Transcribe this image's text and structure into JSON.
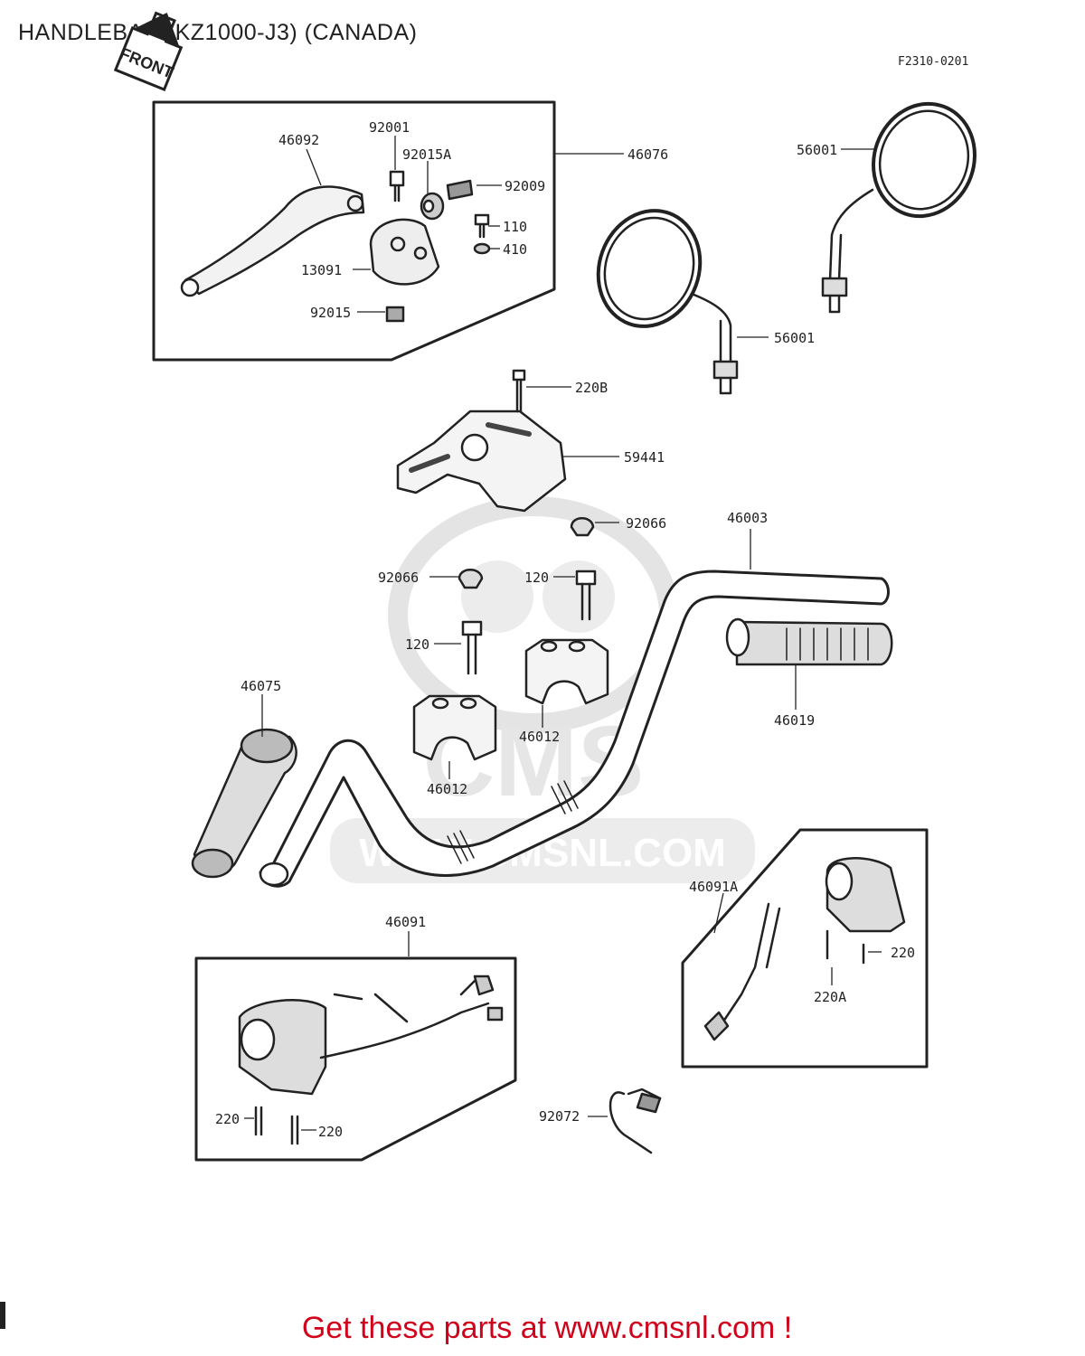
{
  "title": "HANDLEBAR (KZ1000-J3) (CANADA)",
  "figure_code": "F2310-0201",
  "front_arrow_label": "FRONT",
  "watermark": {
    "brand": "CMS",
    "url": "WWW.CMSNL.COM"
  },
  "call_to_action": "Get these parts at www.cmsnl.com !",
  "parts": {
    "p46092": "46092",
    "p92001": "92001",
    "p92015A": "92015A",
    "p92009": "92009",
    "p46076": "46076",
    "p110": "110",
    "p410": "410",
    "p13091": "13091",
    "p92015": "92015",
    "p56001_right": "56001",
    "p56001_left": "56001",
    "p220B": "220B",
    "p59441": "59441",
    "p92066_a": "92066",
    "p92066_b": "92066",
    "p46003": "46003",
    "p120_a": "120",
    "p120_b": "120",
    "p46075": "46075",
    "p46012_a": "46012",
    "p46012_b": "46012",
    "p46019": "46019",
    "p46091A": "46091A",
    "p46091": "46091",
    "p220_a": "220",
    "p220A": "220A",
    "p220_b": "220",
    "p220_c": "220",
    "p92072": "92072"
  },
  "colors": {
    "ink": "#222222",
    "watermark": "#e6e6e6",
    "cta": "#d0021b"
  }
}
